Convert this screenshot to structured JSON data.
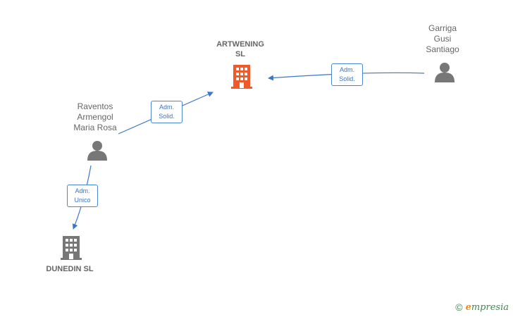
{
  "nodes": {
    "artwening": {
      "label": "ARTWENING\nSL",
      "type": "company",
      "color": "#f05a2a"
    },
    "dunedin": {
      "label": "DUNEDIN SL",
      "type": "company",
      "color": "#777777"
    },
    "raventos": {
      "label": "Raventos\nArmengol\nMaria Rosa",
      "type": "person",
      "color": "#777777"
    },
    "garriga": {
      "label": "Garriga\nGusi\nSantiago",
      "type": "person",
      "color": "#777777"
    }
  },
  "edges": [
    {
      "from": "raventos",
      "to": "artwening",
      "label": "Adm.\nSolid."
    },
    {
      "from": "garriga",
      "to": "artwening",
      "label": "Adm.\nSolid."
    },
    {
      "from": "raventos",
      "to": "dunedin",
      "label": "Adm.\nUnico"
    }
  ],
  "colors": {
    "edge": "#3a78cc"
  },
  "footer": {
    "copyright": "©",
    "brand_initial": "e",
    "brand_rest": "mpresia"
  }
}
